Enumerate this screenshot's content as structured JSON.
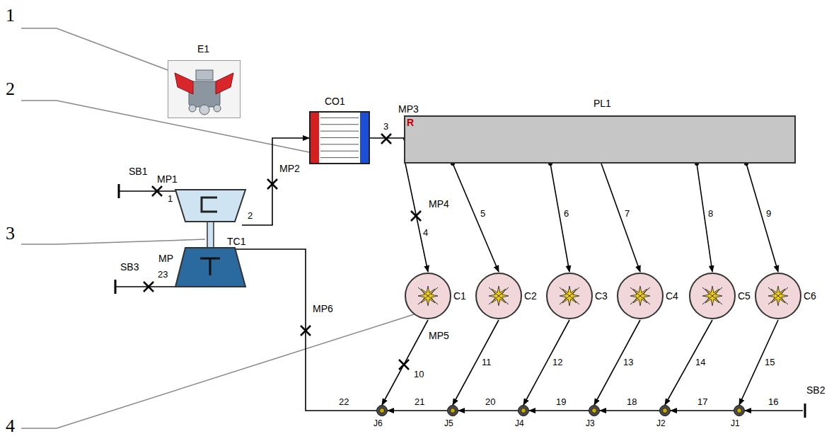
{
  "diagram": {
    "nodes": [
      {
        "text": [
          "E1"
        ]
      },
      {
        "text": [
          "CO1"
        ]
      },
      {
        "text": [
          "PL1"
        ]
      },
      {
        "text": [
          "SB1"
        ]
      },
      {
        "text": [
          "TC1"
        ]
      },
      {
        "text": [
          "SB3"
        ]
      },
      {
        "text": [
          "C1"
        ]
      },
      {
        "text": [
          "C2"
        ]
      },
      {
        "text": [
          "C3"
        ]
      },
      {
        "text": [
          "C4"
        ]
      },
      {
        "text": [
          "C5"
        ]
      },
      {
        "text": [
          "C6"
        ]
      },
      {
        "text": [
          "SB2"
        ]
      },
      {
        "text": [
          "J1"
        ]
      },
      {
        "text": [
          "J2"
        ]
      },
      {
        "text": [
          "J3"
        ]
      },
      {
        "text": [
          "J4"
        ]
      },
      {
        "text": [
          "J5"
        ]
      },
      {
        "text": [
          "J6"
        ]
      }
    ],
    "edges": [
      {
        "from": 3,
        "to": 4,
        "arrow": "none",
        "label": "1"
      },
      {
        "from": 4,
        "to": 1,
        "arrow": "to",
        "label": "2"
      },
      {
        "from": 1,
        "to": 2,
        "arrow": "none",
        "label": "3"
      },
      {
        "from": 2,
        "to": 6,
        "arrow": "to",
        "label": "4"
      },
      {
        "from": 2,
        "to": 7,
        "arrow": "to",
        "label": "5"
      },
      {
        "from": 2,
        "to": 8,
        "arrow": "to",
        "label": "6"
      },
      {
        "from": 2,
        "to": 9,
        "arrow": "to",
        "label": "7"
      },
      {
        "from": 2,
        "to": 10,
        "arrow": "to",
        "label": "8"
      },
      {
        "from": 2,
        "to": 11,
        "arrow": "to",
        "label": "9"
      },
      {
        "from": 6,
        "to": 18,
        "arrow": "to",
        "label": "10"
      },
      {
        "from": 7,
        "to": 17,
        "arrow": "to",
        "label": "11"
      },
      {
        "from": 8,
        "to": 16,
        "arrow": "to",
        "label": "12"
      },
      {
        "from": 9,
        "to": 15,
        "arrow": "to",
        "label": "13"
      },
      {
        "from": 10,
        "to": 14,
        "arrow": "to",
        "label": "14"
      },
      {
        "from": 11,
        "to": 13,
        "arrow": "to",
        "label": "15"
      },
      {
        "from": 12,
        "to": 13,
        "arrow": "to",
        "label": "16"
      },
      {
        "from": 13,
        "to": 14,
        "arrow": "to",
        "label": "17"
      },
      {
        "from": 14,
        "to": 15,
        "arrow": "to",
        "label": "18"
      },
      {
        "from": 15,
        "to": 16,
        "arrow": "to",
        "label": "19"
      },
      {
        "from": 16,
        "to": 17,
        "arrow": "to",
        "label": "20"
      },
      {
        "from": 17,
        "to": 18,
        "arrow": "to",
        "label": "21"
      },
      {
        "from": 18,
        "to": 4,
        "arrow": "none",
        "label": "22"
      },
      {
        "from": 4,
        "to": 5,
        "arrow": "none",
        "label": "23"
      }
    ],
    "labels": [
      "1",
      "2",
      "3",
      "4",
      "MP1",
      "MP",
      "MP2",
      "MP3",
      "R",
      "MP4",
      "MP5",
      "MP6"
    ]
  }
}
